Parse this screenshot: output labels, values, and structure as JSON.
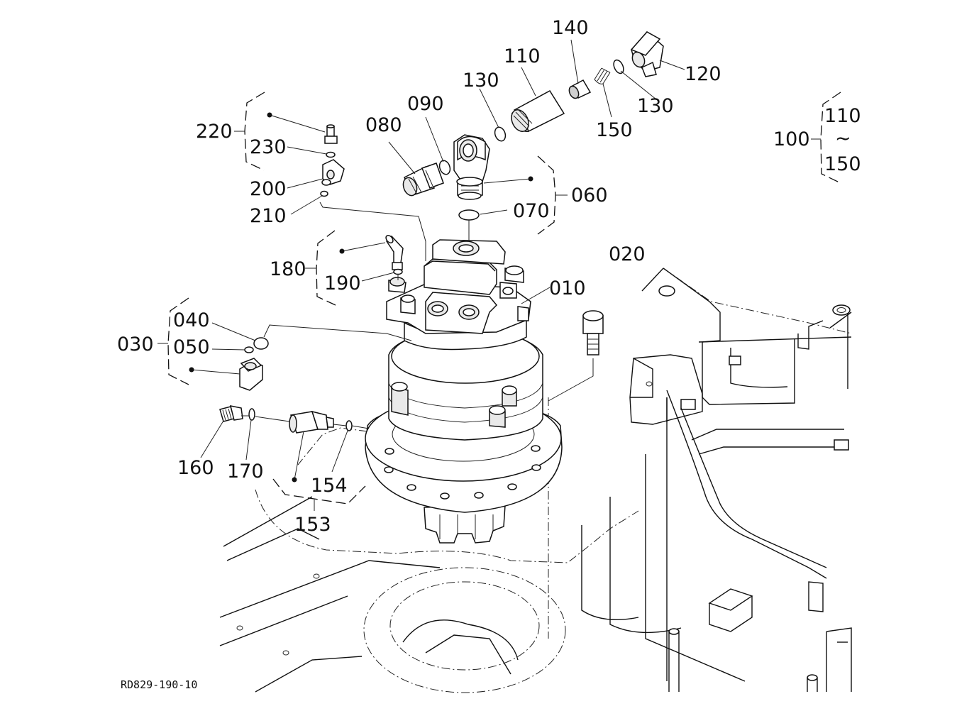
{
  "drawing_code": "RD829-190-10",
  "callouts": {
    "p010": "010",
    "p020": "020",
    "p030": "030",
    "p040": "040",
    "p050": "050",
    "p060": "060",
    "p070": "070",
    "p080": "080",
    "p090": "090",
    "p100": "100",
    "p110": "110",
    "p110b": "110",
    "p120": "120",
    "p130a": "130",
    "p130b": "130",
    "p140": "140",
    "p150": "150",
    "p150b": "150",
    "p153": "153",
    "p154": "154",
    "p160": "160",
    "p170": "170",
    "p180": "180",
    "p190": "190",
    "p200": "200",
    "p210": "210",
    "p220": "220",
    "p230": "230",
    "tilde": "~"
  }
}
